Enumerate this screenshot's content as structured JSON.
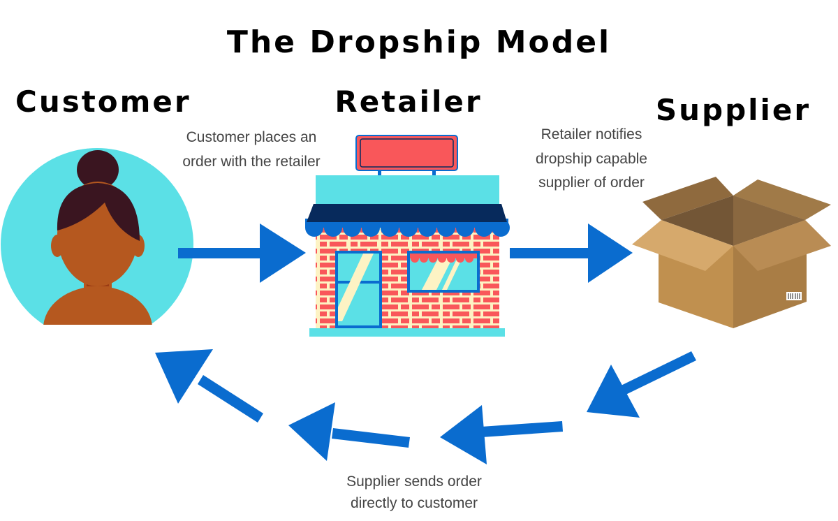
{
  "title": "The Dropship Model",
  "actors": {
    "customer": "Customer",
    "retailer": "Retailer",
    "supplier": "Supplier"
  },
  "captions": {
    "customer_to_retailer": [
      "Customer places an",
      "order with the retailer"
    ],
    "retailer_to_supplier": [
      "Retailer notifies",
      "dropship capable",
      "supplier of order"
    ],
    "supplier_to_customer": [
      "Supplier sends order",
      "directly to customer"
    ]
  },
  "colors": {
    "arrow": "#0a6ccf",
    "cyan": "#5be0e6",
    "brick": "#f9575a",
    "navy": "#072a5c",
    "box": "#c0904f"
  }
}
